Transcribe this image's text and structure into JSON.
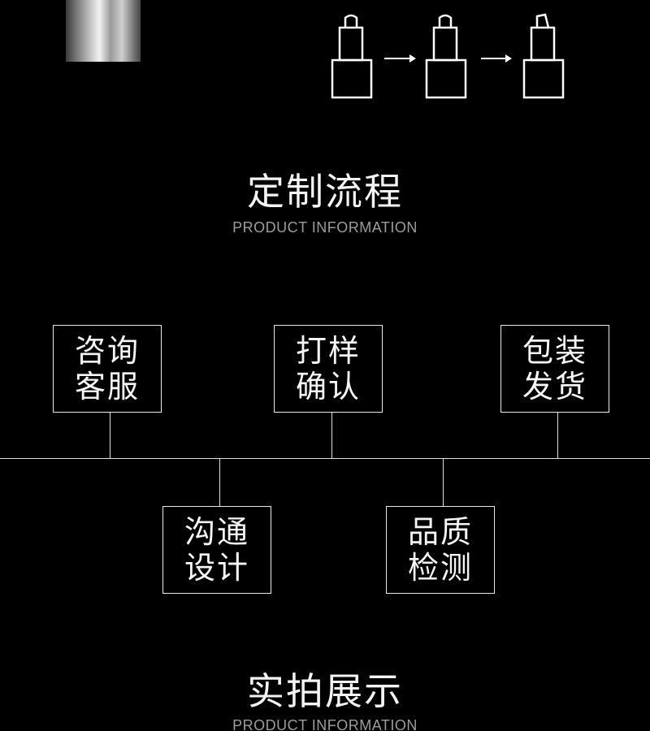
{
  "process_section": {
    "title": "定制流程",
    "subtitle": "PRODUCT INFORMATION"
  },
  "flow_steps_top": [
    {
      "line1": "咨询",
      "line2": "客服"
    },
    {
      "line1": "打样",
      "line2": "确认"
    },
    {
      "line1": "包装",
      "line2": "发货"
    }
  ],
  "flow_steps_bottom": [
    {
      "line1": "沟通",
      "line2": "设计"
    },
    {
      "line1": "品质",
      "line2": "检测"
    }
  ],
  "photo_section": {
    "title": "实拍展示",
    "subtitle": "PRODUCT INFORMATION"
  },
  "colors": {
    "background": "#000000",
    "line": "#e0e0e0",
    "subtitle": "#9c9c9c"
  }
}
